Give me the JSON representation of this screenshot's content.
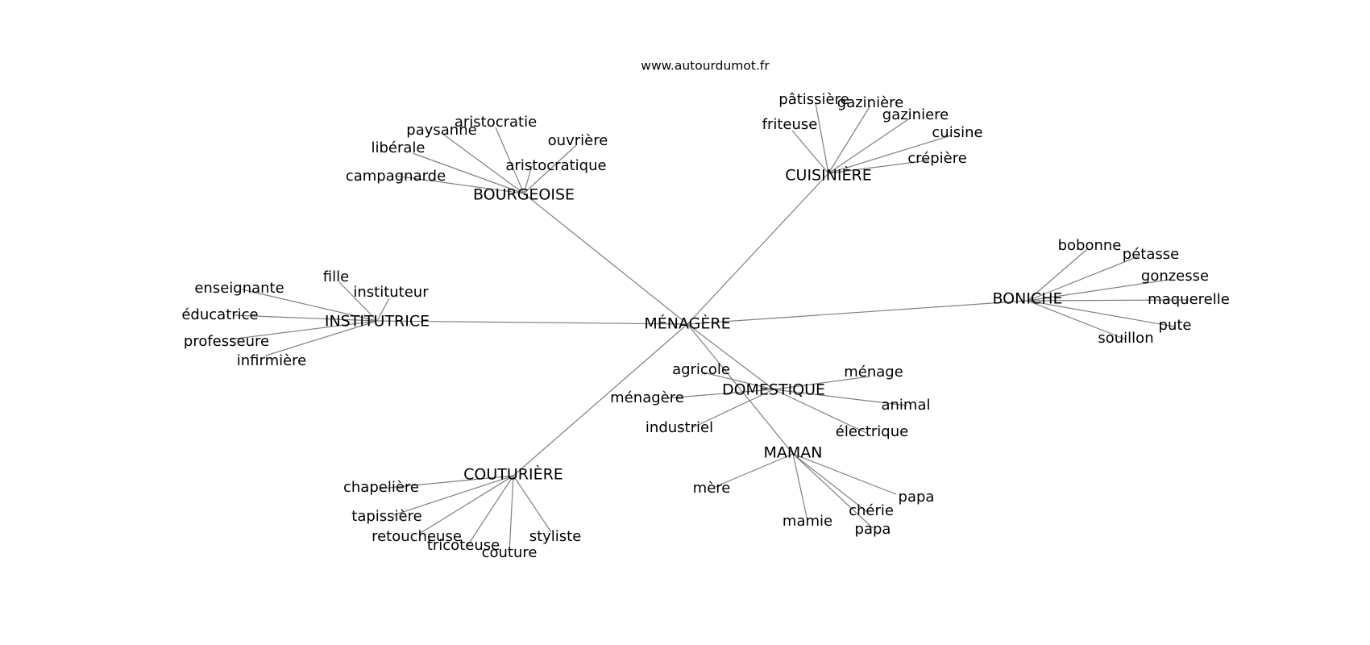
{
  "source": "www.autourdumot.fr",
  "center": "MÉNAGÈRE",
  "hubs": [
    {
      "label": "BOURGEOISE",
      "leaves": [
        "aristocratie",
        "paysanne",
        "libérale",
        "campagnarde",
        "ouvrière",
        "aristocratique"
      ]
    },
    {
      "label": "CUISINIÈRE",
      "leaves": [
        "pâtissière",
        "gazinière",
        "gaziniere",
        "cuisine",
        "crépière",
        "friteuse"
      ]
    },
    {
      "label": "INSTITUTRICE",
      "leaves": [
        "fille",
        "instituteur",
        "enseignante",
        "éducatrice",
        "professeure",
        "infirmière"
      ]
    },
    {
      "label": "BONICHE",
      "leaves": [
        "bobonne",
        "pétasse",
        "gonzesse",
        "maquerelle",
        "pute",
        "souillon"
      ]
    },
    {
      "label": "DOMESTIQUE",
      "leaves": [
        "agricole",
        "ménage",
        "ménagère",
        "animal",
        "industriel",
        "électrique"
      ]
    },
    {
      "label": "MAMAN",
      "leaves": [
        "mère",
        "papa",
        "chérie",
        "mamie",
        "papa"
      ]
    },
    {
      "label": "COUTURIÈRE",
      "leaves": [
        "chapelière",
        "tapissière",
        "retoucheuse",
        "tricoteuse",
        "couture",
        "styliste"
      ]
    }
  ]
}
